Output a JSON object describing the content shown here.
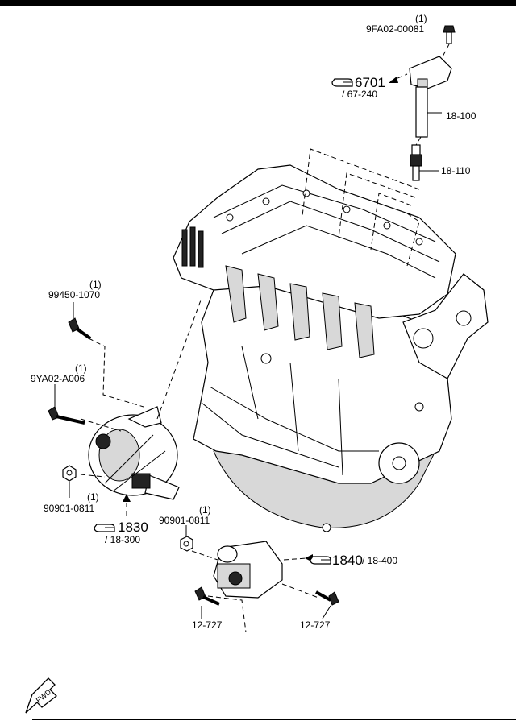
{
  "callouts": {
    "bolt_top": {
      "qty": "(1)",
      "part": "9FA02-00081"
    },
    "coil": {
      "ref": "6701",
      "page": "/ 67-240",
      "part": "18-100"
    },
    "plug": {
      "part": "18-110"
    },
    "bolt_left_upper": {
      "qty": "(1)",
      "part": "99450-1070"
    },
    "bolt_left_mid": {
      "qty": "(1)",
      "part": "9YA02-A006"
    },
    "nut_alt": {
      "qty": "(1)",
      "part": "90901-0811"
    },
    "alternator": {
      "ref": "1830",
      "page": "/ 18-300"
    },
    "nut_starter": {
      "qty": "(1)",
      "part": "90901-0811"
    },
    "starter": {
      "ref": "1840",
      "page": "/ 18-400"
    },
    "starter_bolt_left": {
      "part": "12-727"
    },
    "starter_bolt_right": {
      "part": "12-727"
    }
  },
  "fwd_label": "FWD"
}
